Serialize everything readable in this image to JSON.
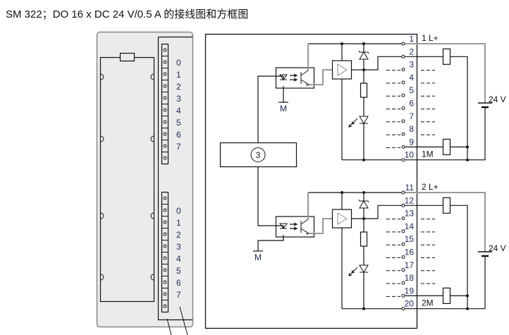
{
  "title": "SM 322；DO 16 x DC 24 V/0.5 A 的接线图和方框图",
  "front_panel": {
    "group1_channel_labels": [
      "0",
      "1",
      "2",
      "3",
      "4",
      "5",
      "6",
      "7"
    ],
    "group2_channel_labels": [
      "0",
      "1",
      "2",
      "3",
      "4",
      "5",
      "6",
      "7"
    ]
  },
  "block": {
    "ground_label": "M",
    "backplane_ref": "3"
  },
  "groups": [
    {
      "terminals": [
        "1",
        "2",
        "3",
        "4",
        "5",
        "6",
        "7",
        "8",
        "9",
        "10"
      ],
      "supply_label": "1 L+",
      "return_label": "1M",
      "source_label": "24 V"
    },
    {
      "terminals": [
        "11",
        "12",
        "13",
        "14",
        "15",
        "16",
        "17",
        "18",
        "19",
        "20"
      ],
      "supply_label": "2 L+",
      "return_label": "2M",
      "source_label": "24 V"
    }
  ],
  "colors": {
    "panel_fill": "#ebebeb",
    "panel_stroke": "#888888",
    "wire": "#111111",
    "internal_wire": "#999999",
    "label": "#1a2a5a"
  }
}
